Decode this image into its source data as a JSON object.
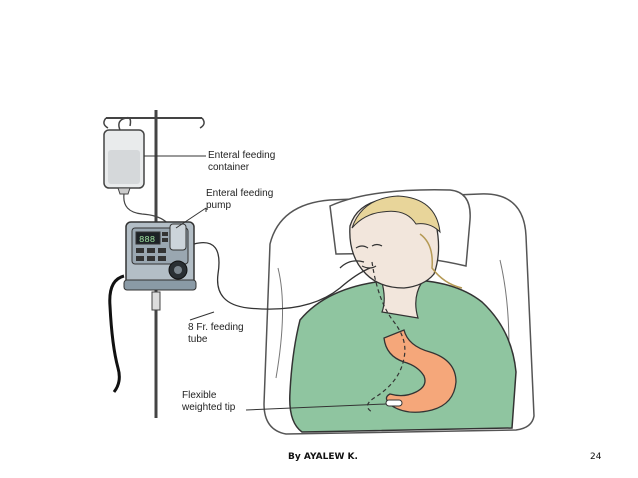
{
  "diagram": {
    "labels": {
      "container": "Enteral feeding\ncontainer",
      "pump": "Enteral feeding\npump",
      "tube": "8 Fr. feeding\ntube",
      "tip": "Flexible\nweighted tip"
    },
    "pump_display": "888"
  },
  "footer": {
    "author": "By AYALEW K.",
    "page_number": "24"
  },
  "colors": {
    "gown": "#8fc5a0",
    "skin": "#f2e6dc",
    "hair": "#e8d59a",
    "stomach": "#f5a77a",
    "outline": "#333333",
    "pump_body": "#8a9aa6"
  }
}
